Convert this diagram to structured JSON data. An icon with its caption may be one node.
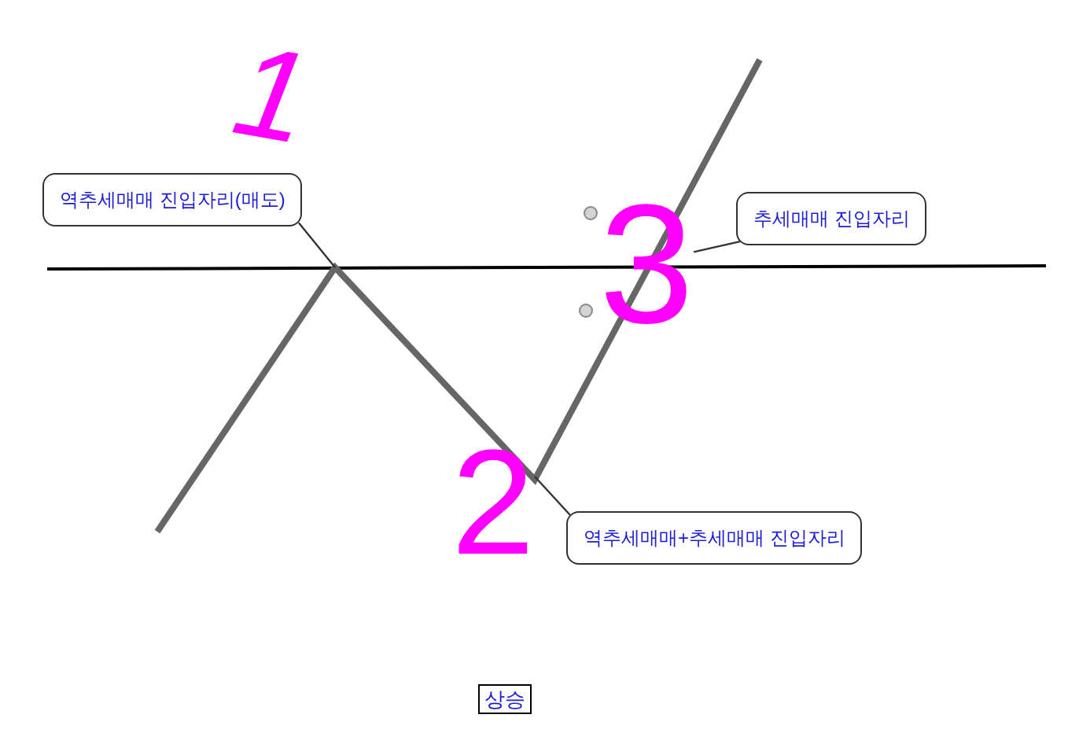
{
  "diagram": {
    "nodes": [
      {
        "text": [
          "역추세매매 진입자리(매도)"
        ]
      },
      {
        "text": [
          "3"
        ]
      },
      {
        "text": [
          "추세매매 진입자리"
        ]
      },
      {
        "text": [
          "2"
        ]
      },
      {
        "text": [
          "역추세매매+추세매매 진입자리"
        ]
      },
      {
        "text": [
          "상승"
        ]
      }
    ],
    "edges": [
      {
        "from": 0,
        "to": null,
        "arrow": "none"
      },
      {
        "from": 2,
        "to": 1,
        "arrow": "none"
      },
      {
        "from": 4,
        "to": 3,
        "arrow": "none"
      }
    ],
    "labels": [
      "1"
    ]
  }
}
